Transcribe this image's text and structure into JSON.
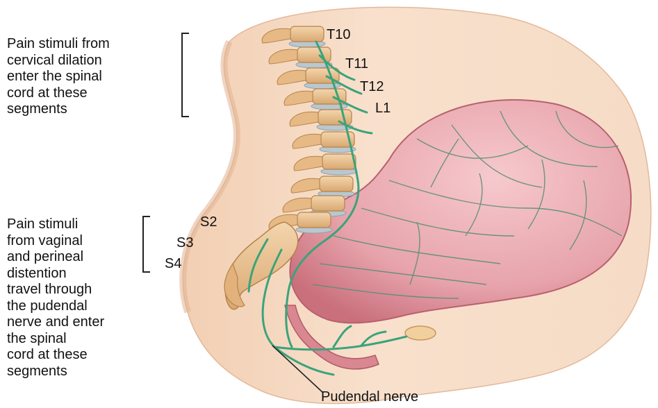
{
  "labels": {
    "cervical_text": "Pain stimuli from\ncervical dilation\nenter the spinal\ncord at these\nsegments",
    "vaginal_text": "Pain stimuli\nfrom vaginal\nand perineal\ndistention\ntravel through\nthe pudendal\nnerve and enter\nthe spinal\ncord at these\nsegments",
    "pudendal": "Pudendal nerve"
  },
  "segments": {
    "upper": [
      "T10",
      "T11",
      "T12",
      "L1"
    ],
    "lower": [
      "S2",
      "S3",
      "S4"
    ]
  },
  "colors": {
    "skin": "#f6dcc6",
    "skin_shadow": "#e9c3a6",
    "uterus": "#e4a6ad",
    "uterus_dark": "#c6707d",
    "vertebra": "#e9c193",
    "disc": "#b9c7cf",
    "nerve": "#3aa37b",
    "vessel": "#5b8f79"
  }
}
